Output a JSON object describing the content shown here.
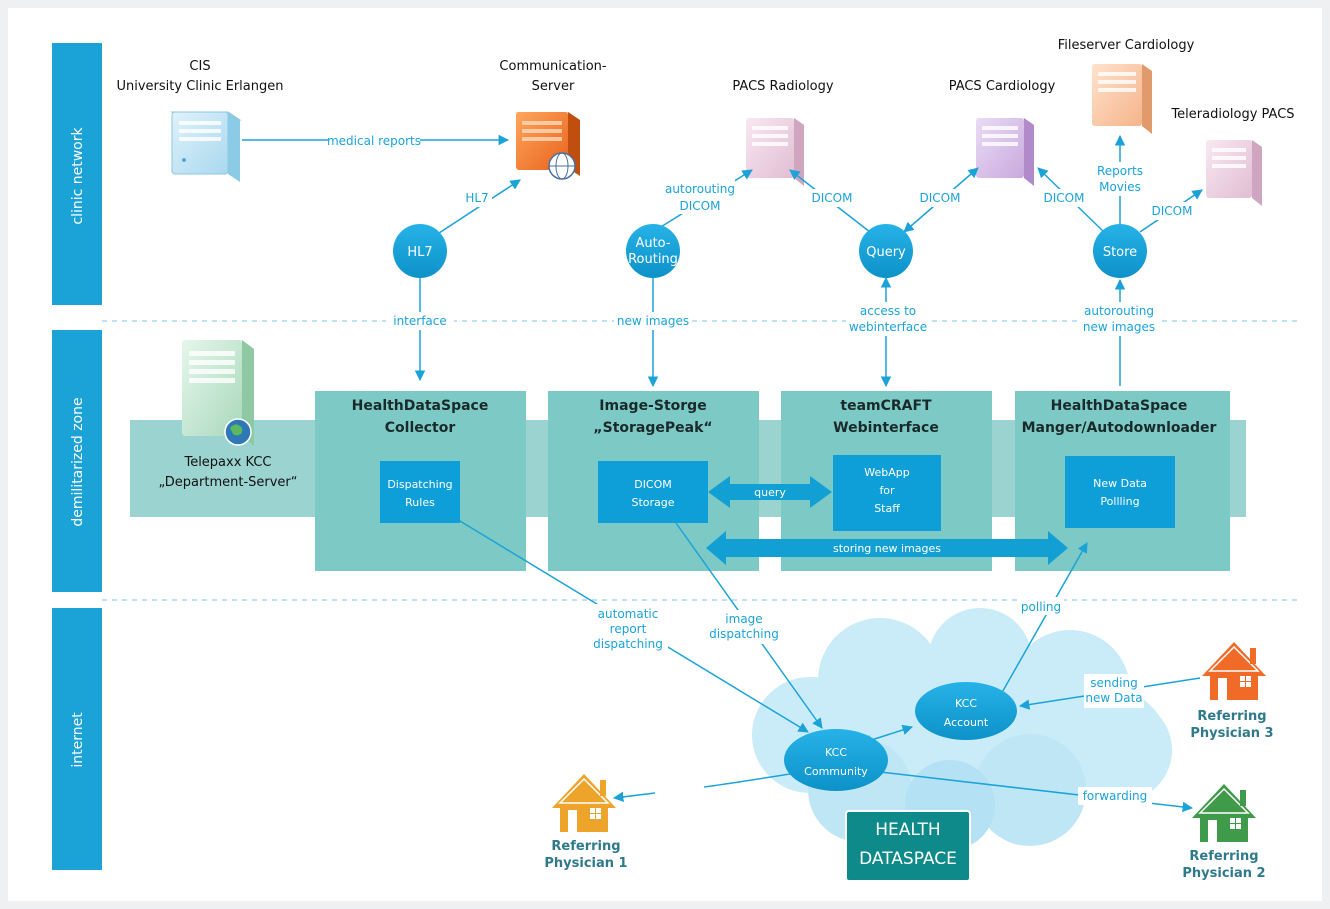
{
  "zones": {
    "clinic": "clinic network",
    "dmz": "demilitarized zone",
    "internet": "internet"
  },
  "servers": {
    "cis_1": "CIS",
    "cis_2": "University Clinic Erlangen",
    "comm_1": "Communication-",
    "comm_2": "Server",
    "pacs_rad": "PACS Radiology",
    "pacs_card": "PACS Cardiology",
    "fileserver": "Fileserver Cardiology",
    "teleradiology": "Teleradiology PACS",
    "telepaxx_1": "Telepaxx KCC",
    "telepaxx_2": "„Department-Server“"
  },
  "nodes": {
    "hl7": "HL7",
    "autorouting_1": "Auto-",
    "autorouting_2": "Routing",
    "query": "Query",
    "store": "Store",
    "kcc_account_1": "KCC",
    "kcc_account_2": "Account",
    "kcc_community_1": "KCC",
    "kcc_community_2": "Community"
  },
  "modules": {
    "collector_1": "HealthDataSpace",
    "collector_2": "Collector",
    "storage_1": "Image-Storge",
    "storage_2": "„StoragePeak“",
    "teamcraft_1": "teamCRAFT",
    "teamcraft_2": "Webinterface",
    "manager_1": "HealthDataSpace",
    "manager_2": "Manger/Autodownloader"
  },
  "boxes": {
    "dispatching_1": "Dispatching",
    "dispatching_2": "Rules",
    "dicom_1": "DICOM",
    "dicom_2": "Storage",
    "webapp_1": "WebApp",
    "webapp_2": "for",
    "webapp_3": "Staff",
    "newdata_1": "New Data",
    "newdata_2": "Pollling"
  },
  "edges": {
    "medical_reports": "medical reports",
    "hl7": "HL7",
    "autorouting_1": "autorouting",
    "autorouting_2": "DICOM",
    "dicom_rad": "DICOM",
    "dicom_card": "DICOM",
    "dicom_card2": "DICOM",
    "reports_1": "Reports",
    "reports_2": "Movies",
    "dicom_tele": "DICOM",
    "interface": "interface",
    "new_images": "new images",
    "access_1": "access to",
    "access_2": "webinterface",
    "autorouting_new_1": "autorouting",
    "autorouting_new_2": "new images",
    "query": "query",
    "storing": "storing new images",
    "auto_report_1": "automatic",
    "auto_report_2": "report",
    "auto_report_3": "dispatching",
    "image_disp_1": "image",
    "image_disp_2": "dispatching",
    "polling": "polling",
    "sending_1": "sending",
    "sending_2": "new Data",
    "forwarding": "forwarding"
  },
  "physicians": {
    "p1_1": "Referring",
    "p1_2": "Physician 1",
    "p2_1": "Referring",
    "p2_2": "Physician 2",
    "p3_1": "Referring",
    "p3_2": "Physician 3"
  },
  "health": {
    "line1": "HEALTH",
    "line2": "DATASPACE"
  }
}
